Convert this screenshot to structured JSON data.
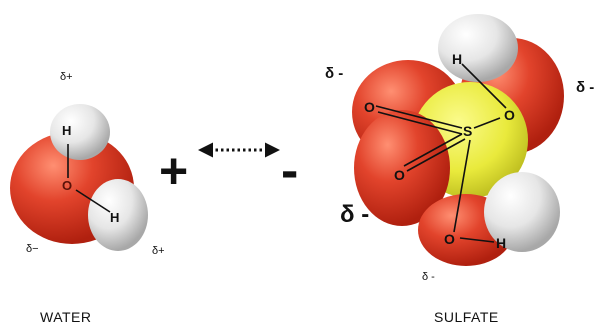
{
  "water": {
    "caption": "WATER",
    "atoms": {
      "h_top": "H",
      "oxygen": "O",
      "h_right": "H"
    },
    "charges": {
      "top": "δ+",
      "bottom_left": "δ−",
      "bottom_right": "δ+"
    }
  },
  "interaction": {
    "plus": "+",
    "minus": "-"
  },
  "sulfate": {
    "caption": "SULFATE",
    "atoms": {
      "h_top": "H",
      "o_right": "O",
      "o_left": "O",
      "sulfur": "S",
      "o_lower": "O",
      "o_bottom": "O",
      "h_bottom": "H"
    },
    "charges": {
      "top_left": "δ -",
      "right": "δ -",
      "middle_left": "δ -",
      "bottom": "δ -"
    }
  },
  "colors": {
    "oxygen": "#e2442c",
    "hydrogen": "#f2f2f2",
    "sulfur": "#e9ea3c",
    "bond": "#111111"
  }
}
